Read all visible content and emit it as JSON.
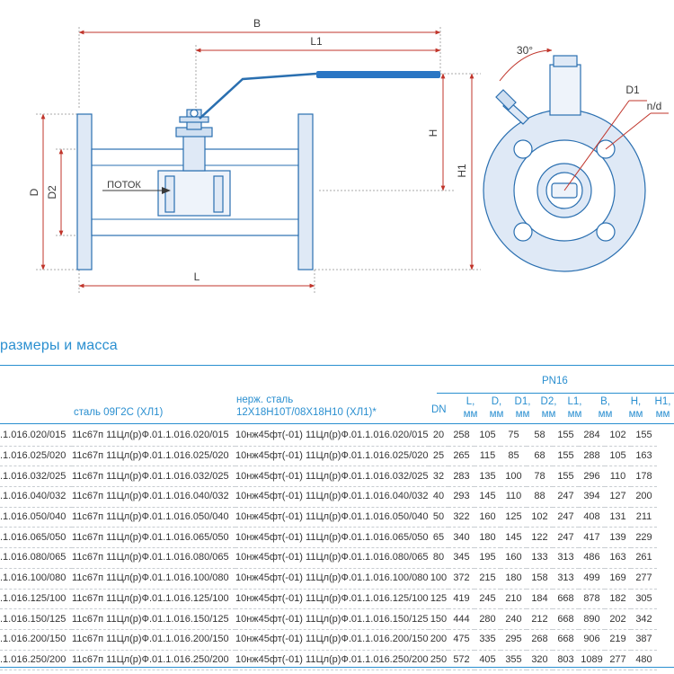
{
  "drawing": {
    "labels": {
      "B": "B",
      "L1": "L1",
      "H": "H",
      "H1": "H1",
      "D": "D",
      "D2": "D2",
      "L": "L",
      "flow": "ПОТОК",
      "angle": "30°",
      "D1": "D1",
      "nd": "n/d"
    },
    "colors": {
      "outline": "#2a6fb0",
      "handle": "#2a76c4",
      "body_fill": "#dfe9f6",
      "dimension": "#c0352b",
      "text": "#3a3a3a"
    }
  },
  "section": {
    "title": "размеры и масса"
  },
  "table": {
    "pressure_label": "PN16",
    "headers": {
      "steel": "сталь 09Г2С (ХЛ1)",
      "stainless_line1": "нерж. сталь",
      "stainless_line2": "12Х18Н10Т/08Х18Н10 (ХЛ1)*",
      "dn": "DN",
      "cols": [
        {
          "name": "L,",
          "unit": "мм"
        },
        {
          "name": "D,",
          "unit": "мм"
        },
        {
          "name": "D1,",
          "unit": "мм"
        },
        {
          "name": "D2,",
          "unit": "мм"
        },
        {
          "name": "L1,",
          "unit": "мм"
        },
        {
          "name": "B,",
          "unit": "мм"
        },
        {
          "name": "H,",
          "unit": "мм"
        },
        {
          "name": "H1,",
          "unit": "мм"
        }
      ]
    },
    "rows": [
      {
        "code": ".1.016.020/015",
        "steel": "11с67п 11Цл(р)Ф.01.1.016.020/015",
        "stainless": "10нж45фт(-01) 11Цл(р)Ф.01.1.016.020/015",
        "dn": "20",
        "L": "258",
        "D": "105",
        "D1": "75",
        "D2": "58",
        "L1": "155",
        "B": "284",
        "H": "102",
        "H1": "155"
      },
      {
        "code": ".1.016.025/020",
        "steel": "11с67п 11Цл(р)Ф.01.1.016.025/020",
        "stainless": "10нж45фт(-01) 11Цл(р)Ф.01.1.016.025/020",
        "dn": "25",
        "L": "265",
        "D": "115",
        "D1": "85",
        "D2": "68",
        "L1": "155",
        "B": "288",
        "H": "105",
        "H1": "163"
      },
      {
        "code": ".1.016.032/025",
        "steel": "11с67п 11Цл(р)Ф.01.1.016.032/025",
        "stainless": "10нж45фт(-01) 11Цл(р)Ф.01.1.016.032/025",
        "dn": "32",
        "L": "283",
        "D": "135",
        "D1": "100",
        "D2": "78",
        "L1": "155",
        "B": "296",
        "H": "110",
        "H1": "178"
      },
      {
        "code": ".1.016.040/032",
        "steel": "11с67п 11Цл(р)Ф.01.1.016.040/032",
        "stainless": "10нж45фт(-01) 11Цл(р)Ф.01.1.016.040/032",
        "dn": "40",
        "L": "293",
        "D": "145",
        "D1": "110",
        "D2": "88",
        "L1": "247",
        "B": "394",
        "H": "127",
        "H1": "200"
      },
      {
        "code": ".1.016.050/040",
        "steel": "11с67п 11Цл(р)Ф.01.1.016.050/040",
        "stainless": "10нж45фт(-01) 11Цл(р)Ф.01.1.016.050/040",
        "dn": "50",
        "L": "322",
        "D": "160",
        "D1": "125",
        "D2": "102",
        "L1": "247",
        "B": "408",
        "H": "131",
        "H1": "211"
      },
      {
        "code": ".1.016.065/050",
        "steel": "11с67п 11Цл(р)Ф.01.1.016.065/050",
        "stainless": "10нж45фт(-01) 11Цл(р)Ф.01.1.016.065/050",
        "dn": "65",
        "L": "340",
        "D": "180",
        "D1": "145",
        "D2": "122",
        "L1": "247",
        "B": "417",
        "H": "139",
        "H1": "229"
      },
      {
        "code": ".1.016.080/065",
        "steel": "11с67п 11Цл(р)Ф.01.1.016.080/065",
        "stainless": "10нж45фт(-01) 11Цл(р)Ф.01.1.016.080/065",
        "dn": "80",
        "L": "345",
        "D": "195",
        "D1": "160",
        "D2": "133",
        "L1": "313",
        "B": "486",
        "H": "163",
        "H1": "261"
      },
      {
        "code": ".1.016.100/080",
        "steel": "11с67п 11Цл(р)Ф.01.1.016.100/080",
        "stainless": "10нж45фт(-01) 11Цл(р)Ф.01.1.016.100/080",
        "dn": "100",
        "L": "372",
        "D": "215",
        "D1": "180",
        "D2": "158",
        "L1": "313",
        "B": "499",
        "H": "169",
        "H1": "277"
      },
      {
        "code": ".1.016.125/100",
        "steel": "11с67п 11Цл(р)Ф.01.1.016.125/100",
        "stainless": "10нж45фт(-01) 11Цл(р)Ф.01.1.016.125/100",
        "dn": "125",
        "L": "419",
        "D": "245",
        "D1": "210",
        "D2": "184",
        "L1": "668",
        "B": "878",
        "H": "182",
        "H1": "305"
      },
      {
        "code": ".1.016.150/125",
        "steel": "11с67п 11Цл(р)Ф.01.1.016.150/125",
        "stainless": "10нж45фт(-01) 11Цл(р)Ф.01.1.016.150/125",
        "dn": "150",
        "L": "444",
        "D": "280",
        "D1": "240",
        "D2": "212",
        "L1": "668",
        "B": "890",
        "H": "202",
        "H1": "342"
      },
      {
        "code": ".1.016.200/150",
        "steel": "11с67п 11Цл(р)Ф.01.1.016.200/150",
        "stainless": "10нж45фт(-01) 11Цл(р)Ф.01.1.016.200/150",
        "dn": "200",
        "L": "475",
        "D": "335",
        "D1": "295",
        "D2": "268",
        "L1": "668",
        "B": "906",
        "H": "219",
        "H1": "387"
      },
      {
        "code": ".1.016.250/200",
        "steel": "11с67п 11Цл(р)Ф.01.1.016.250/200",
        "stainless": "10нж45фт(-01) 11Цл(р)Ф.01.1.016.250/200",
        "dn": "250",
        "L": "572",
        "D": "405",
        "D1": "355",
        "D2": "320",
        "L1": "803",
        "B": "1089",
        "H": "277",
        "H1": "480"
      }
    ]
  }
}
